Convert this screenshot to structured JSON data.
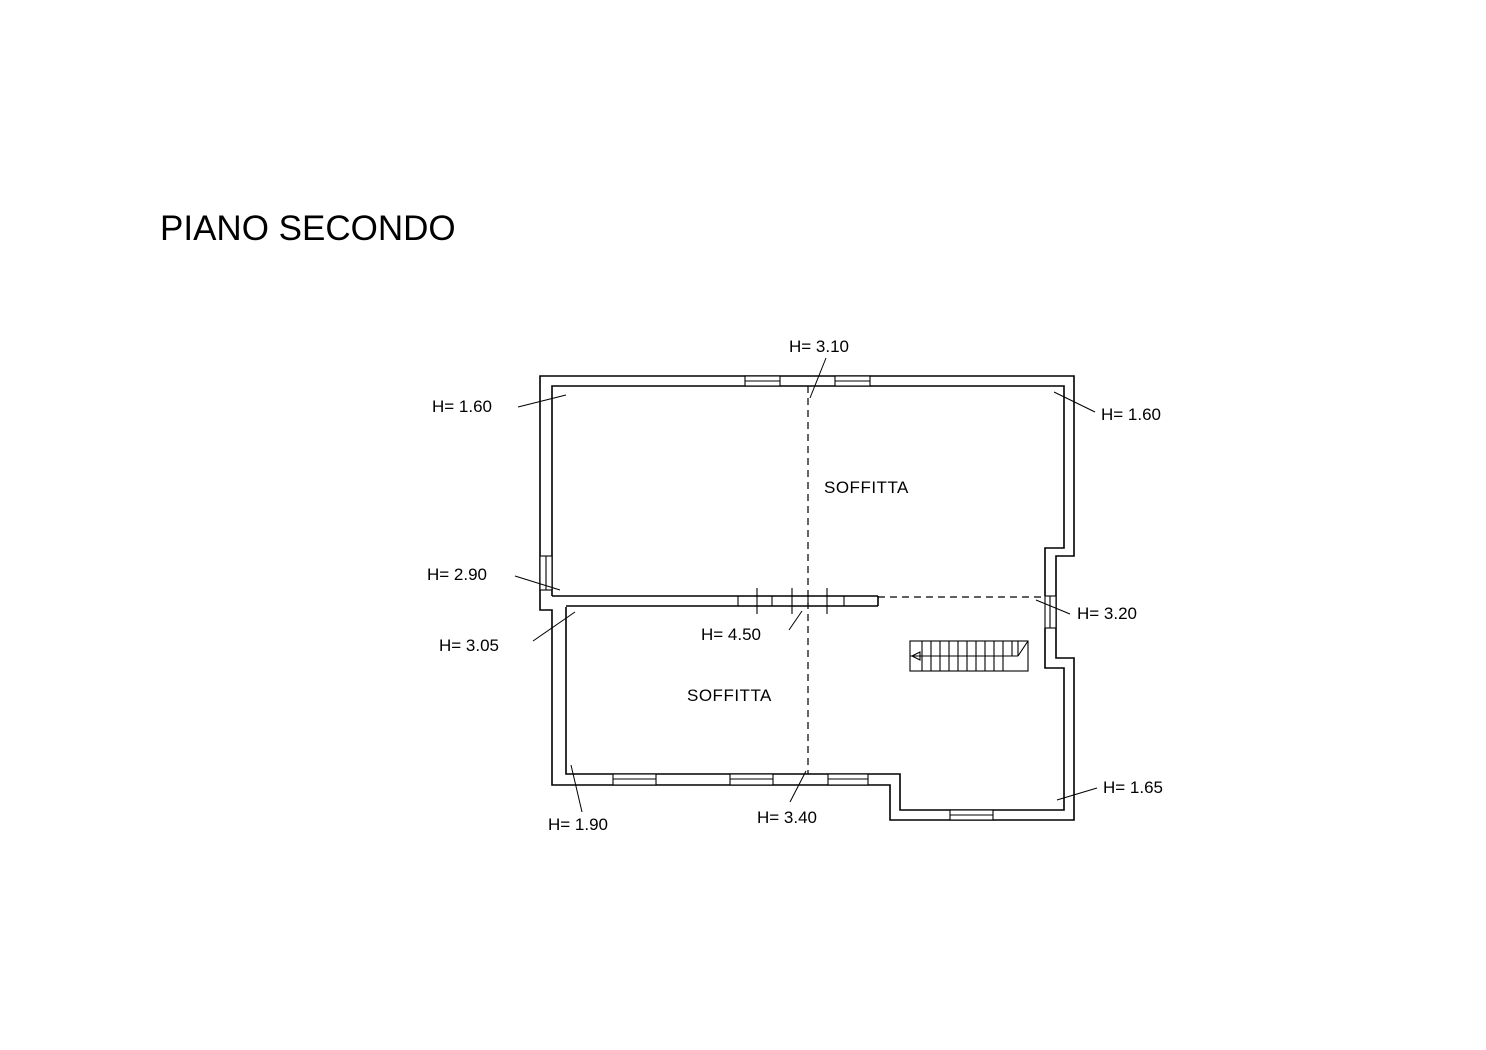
{
  "title": "PIANO SECONDO",
  "rooms": [
    {
      "name": "SOFFITTA"
    },
    {
      "name": "SOFFITTA"
    }
  ],
  "heights": [
    {
      "label": "H= 3.10"
    },
    {
      "label": "H= 1.60"
    },
    {
      "label": "H= 1.60"
    },
    {
      "label": "H= 2.90"
    },
    {
      "label": "H= 3.20"
    },
    {
      "label": "H= 3.05"
    },
    {
      "label": "H= 4.50"
    },
    {
      "label": "H= 1.65"
    },
    {
      "label": "H= 1.90"
    },
    {
      "label": "H= 3.40"
    }
  ]
}
